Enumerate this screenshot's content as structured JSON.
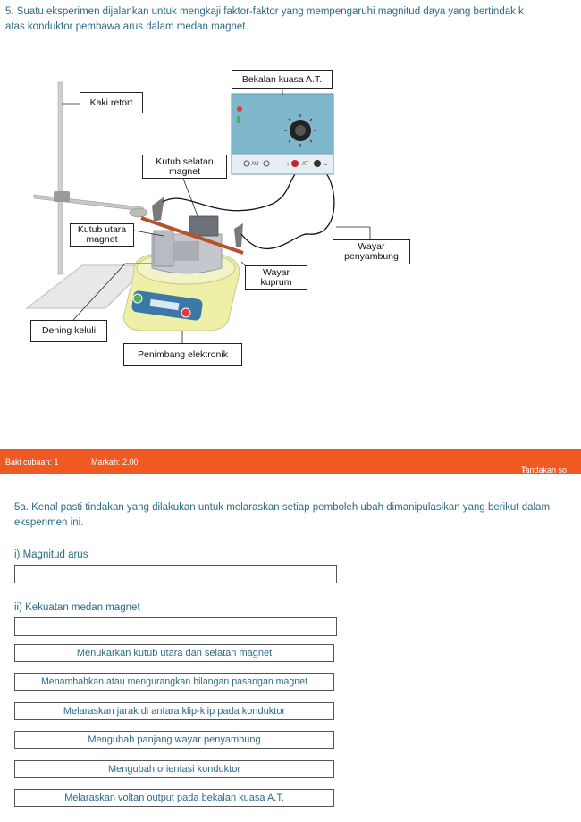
{
  "question": {
    "line1": "5. Suatu eksperimen dijalankan untuk mengkaji faktor-faktor yang mempengaruhi magnitud daya yang bertindak k",
    "line2": "atas konduktor pembawa arus dalam medan magnet."
  },
  "diagram": {
    "labels": {
      "bekalan": "Bekalan kuasa A.T.",
      "kaki": "Kaki retort",
      "kutub_selatan": "Kutub selatan\nmagnet",
      "kutub_utara": "Kutub utara\nmagnet",
      "wayar_penyambung": "Wayar\npenyambung",
      "wayar_kuprum": "Wayar\nkuprum",
      "dening": "Dening keluli",
      "penimbang": "Penimbang elektronik"
    },
    "panel": {
      "au": "AU",
      "at": "AT",
      "plus": "+",
      "minus": "–"
    },
    "colors": {
      "power_supply": "#7fb7cc",
      "scale_base": "#eef0a8",
      "magnet": "#b7bcc2",
      "copper_wire": "#b5532a"
    }
  },
  "bar": {
    "attempts": "Baki cubaan: 1",
    "marks": "Markah: 2.00",
    "flag": "Tandakan so",
    "color": "#f05a22"
  },
  "subquestion": "5a. Kenal pasti tindakan yang dilakukan untuk melaraskan setiap pemboleh ubah dimanipulasikan yang berikut dalam eksperimen ini.",
  "parts": [
    {
      "label": "i) Magnitud arus",
      "value": ""
    },
    {
      "label": "ii) Kekuatan medan magnet",
      "value": ""
    }
  ],
  "options": [
    "Menukarkan kutub utara dan selatan magnet",
    "Menambahkan atau mengurangkan bilangan pasangan magnet",
    "Melaraskan jarak di antara klip-klip pada konduktor",
    "Mengubah panjang wayar penyambung",
    "Mengubah orientasi konduktor",
    "Melaraskan voltan output pada bekalan kuasa A.T."
  ]
}
